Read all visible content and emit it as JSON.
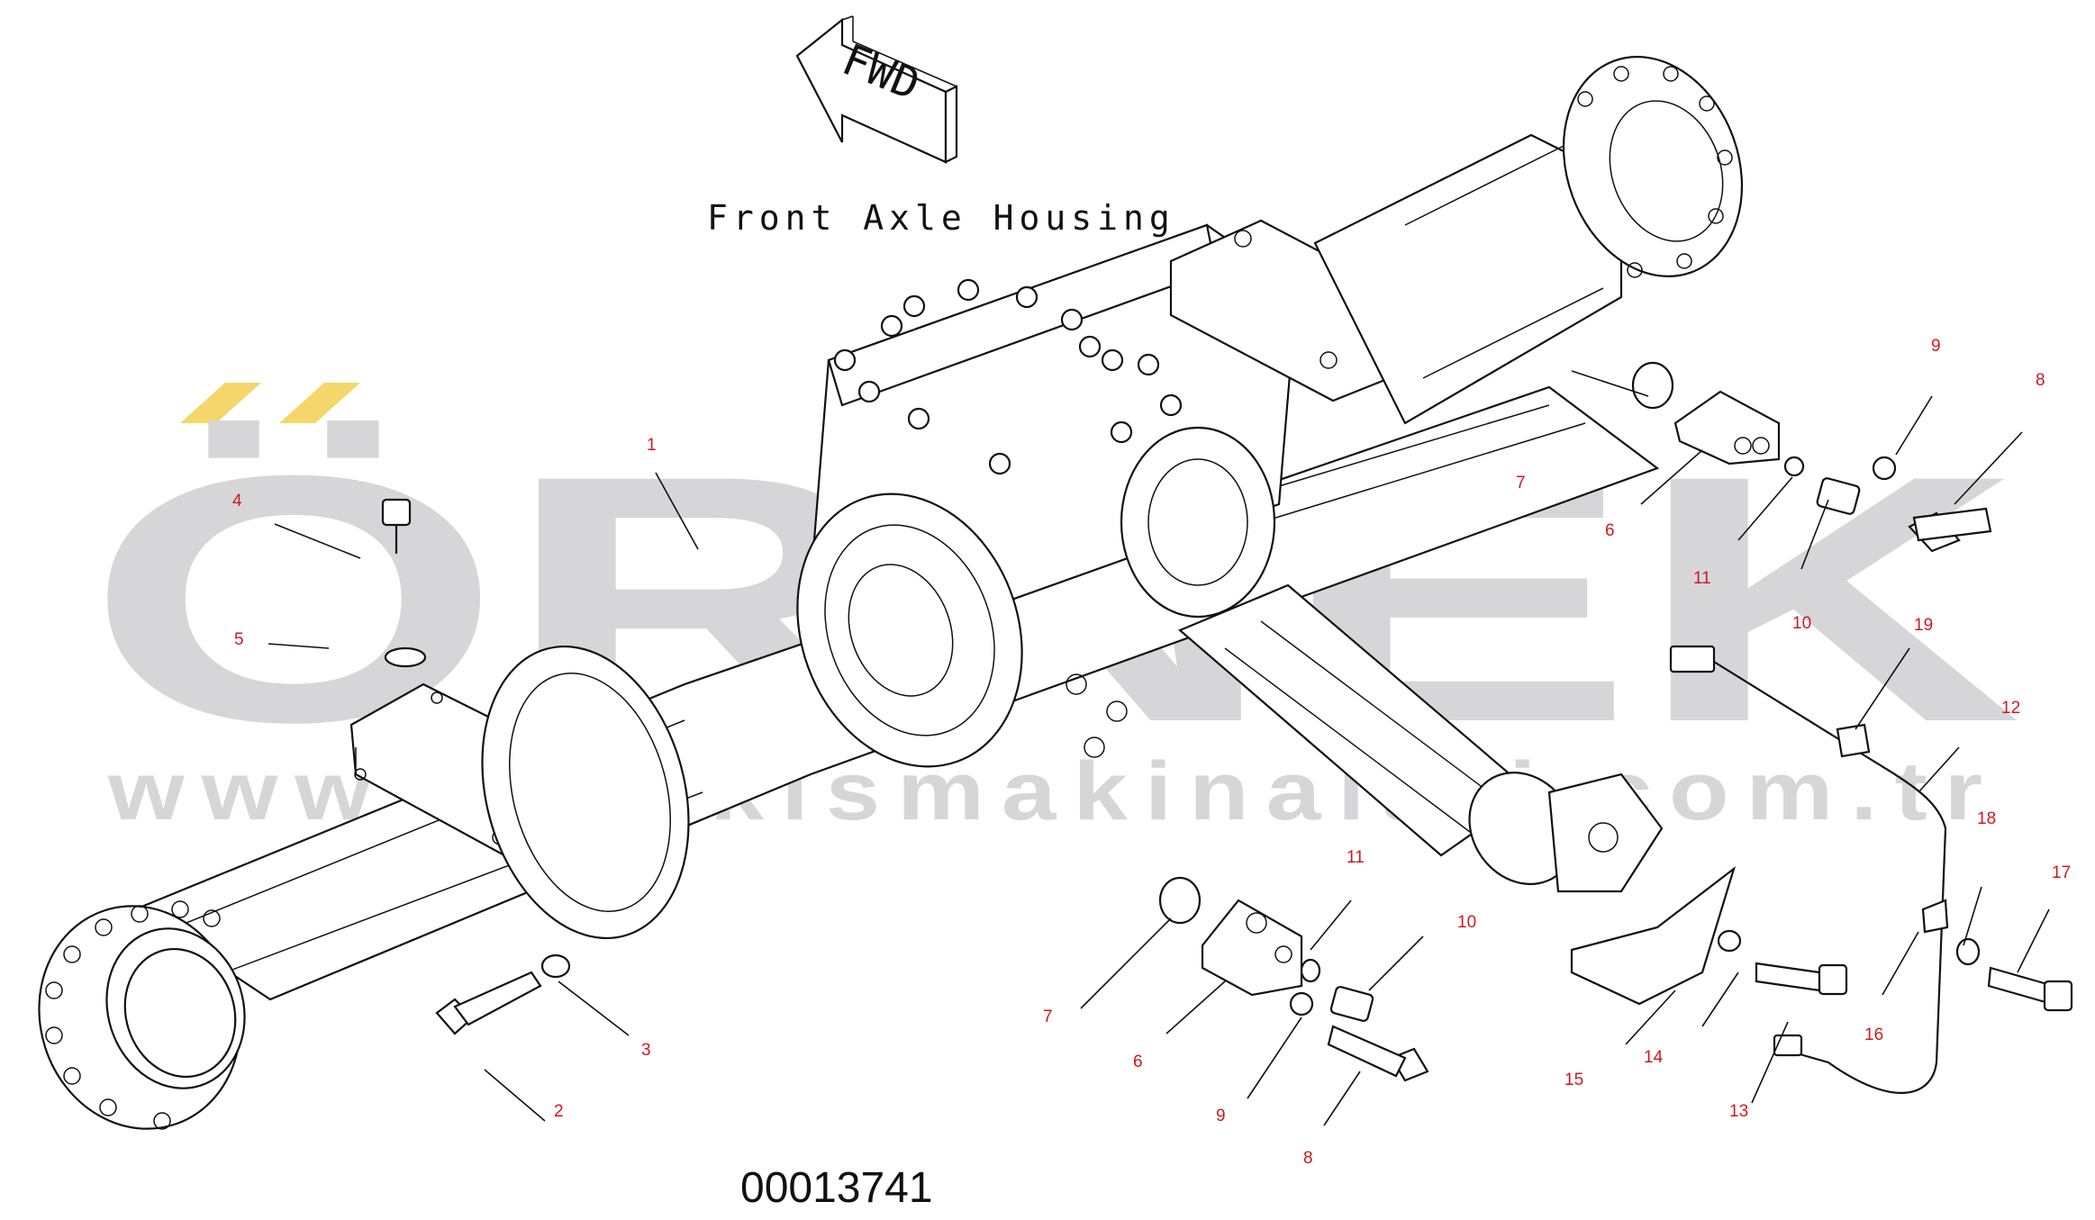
{
  "title": "Front Axle Housing",
  "direction_label": "FWD",
  "drawing_number": "00013741",
  "watermark": {
    "brand": "ÖRNEK",
    "url": "www.ornekismakinalari.com.tr",
    "accent_color": "#f5d66b",
    "text_color": "#d6d6d8"
  },
  "callout_color": "#d0181e",
  "callouts": [
    {
      "id": "c1",
      "label": "1"
    },
    {
      "id": "c2",
      "label": "2"
    },
    {
      "id": "c3",
      "label": "3"
    },
    {
      "id": "c4",
      "label": "4"
    },
    {
      "id": "c5",
      "label": "5"
    },
    {
      "id": "c6a",
      "label": "6"
    },
    {
      "id": "c6b",
      "label": "6"
    },
    {
      "id": "c7a",
      "label": "7"
    },
    {
      "id": "c7b",
      "label": "7"
    },
    {
      "id": "c8a",
      "label": "8"
    },
    {
      "id": "c8b",
      "label": "8"
    },
    {
      "id": "c9a",
      "label": "9"
    },
    {
      "id": "c9b",
      "label": "9"
    },
    {
      "id": "c10a",
      "label": "10"
    },
    {
      "id": "c10b",
      "label": "10"
    },
    {
      "id": "c11a",
      "label": "11"
    },
    {
      "id": "c11b",
      "label": "11"
    },
    {
      "id": "c12",
      "label": "12"
    },
    {
      "id": "c13",
      "label": "13"
    },
    {
      "id": "c14",
      "label": "14"
    },
    {
      "id": "c15",
      "label": "15"
    },
    {
      "id": "c16",
      "label": "16"
    },
    {
      "id": "c17",
      "label": "17"
    },
    {
      "id": "c18",
      "label": "18"
    },
    {
      "id": "c19",
      "label": "19"
    }
  ]
}
